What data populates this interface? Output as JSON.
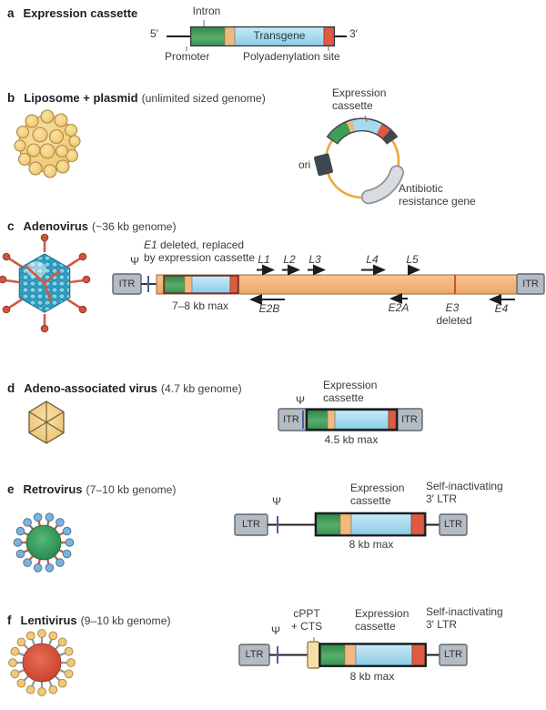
{
  "colors": {
    "seg_green": "#3f9e58",
    "seg_orange": "#f2b97e",
    "seg_blue": "#a6d9ef",
    "seg_red": "#df5a43",
    "bar_orange": "#f4b77d",
    "box_gray": "#b4bbc3",
    "box_border": "#5f666e",
    "psi_blue": "#4a5fa5",
    "e3_red": "#c53928",
    "plasmid_ring": "#f0a63c",
    "ori_dark": "#3c474f",
    "arg_gray": "#d9dde1",
    "liposome_yellow": "#f3cf7f",
    "adeno_blue": "#2f9fc4",
    "spike_red": "#d05a45",
    "retro_green": "#2f9e57",
    "retro_knob_blue": "#7fb2d9",
    "lenti_red": "#d64a35",
    "lenti_spike_gray": "#8a99a6",
    "lenti_knob_yellow": "#f0c97e"
  },
  "sections": {
    "a": {
      "letter": "a",
      "title": "Expression cassette",
      "labels": {
        "five_prime": "5′",
        "three_prime": "3′",
        "intron": "Intron",
        "transgene": "Transgene",
        "promoter": "Promoter",
        "polya": "Polyadenylation site"
      }
    },
    "b": {
      "letter": "b",
      "title": "Liposome + plasmid",
      "subtitle": "(unlimited sized genome)",
      "labels": {
        "cassette": "Expression\ncassette",
        "ori": "ori",
        "arg": "Antibiotic\nresistance gene"
      }
    },
    "c": {
      "letter": "c",
      "title": "Adenovirus",
      "subtitle": "(~36 kb genome)",
      "labels": {
        "psi": "Ψ",
        "e1": "E1",
        "e1_rest": "deleted, replaced",
        "e1_line2": "by expression cassette",
        "itr_left": "ITR",
        "itr_right": "ITR",
        "l1": "L1",
        "l2": "L2",
        "l3": "L3",
        "l4": "L4",
        "l5": "L5",
        "max": "7–8 kb max",
        "e2b": "E2B",
        "e2a": "E2A",
        "e3": "E3",
        "e3_deleted": "deleted",
        "e4": "E4"
      }
    },
    "d": {
      "letter": "d",
      "title": "Adeno-associated virus",
      "subtitle": "(4.7 kb genome)",
      "labels": {
        "psi": "Ψ",
        "cassette": "Expression\ncassette",
        "itr_left": "ITR",
        "itr_right": "ITR",
        "max": "4.5 kb max"
      }
    },
    "e": {
      "letter": "e",
      "title": "Retrovirus",
      "subtitle": "(7–10 kb genome)",
      "labels": {
        "psi": "Ψ",
        "cassette": "Expression\ncassette",
        "sin": "Self-inactivating\n3′ LTR",
        "ltr_left": "LTR",
        "ltr_right": "LTR",
        "max": "8 kb max"
      }
    },
    "f": {
      "letter": "f",
      "title": "Lentivirus",
      "subtitle": "(9–10 kb genome)",
      "labels": {
        "psi": "Ψ",
        "cppt": "cPPT\n+ CTS",
        "cassette": "Expression\ncassette",
        "sin": "Self-inactivating\n3′ LTR",
        "ltr_left": "LTR",
        "ltr_right": "LTR",
        "max": "8 kb max"
      }
    }
  }
}
